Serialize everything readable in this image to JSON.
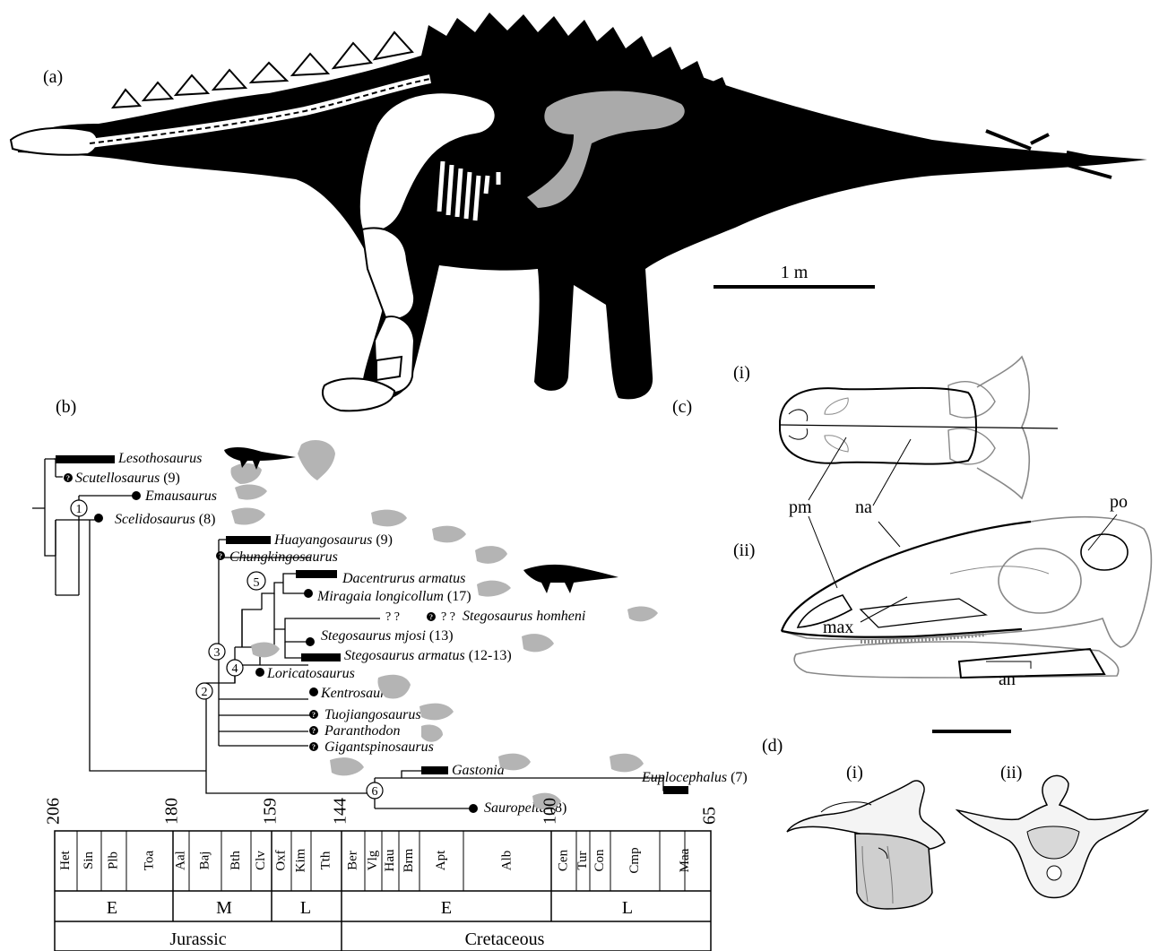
{
  "panels": {
    "a": "(a)",
    "b": "(b)",
    "c": "(c)",
    "d": "(d)"
  },
  "scale_bar_a": "1 m",
  "skull_sublabels": {
    "i": "(i)",
    "ii": "(ii)"
  },
  "vertebra_sublabels": {
    "i": "(i)",
    "ii": "(ii)"
  },
  "skull_bones": {
    "pm": "pm",
    "na": "na",
    "po": "po",
    "max": "max",
    "an": "an"
  },
  "taxa": [
    {
      "name": "Lesothosaurus",
      "count": ""
    },
    {
      "name": "Scutellosaurus",
      "count": "(9)"
    },
    {
      "name": "Emausaurus",
      "count": ""
    },
    {
      "name": "Scelidosaurus",
      "count": "(8)"
    },
    {
      "name": "Huayangosaurus",
      "count": "(9)"
    },
    {
      "name": "Chungkingosaurus",
      "count": ""
    },
    {
      "name": "Dacentrurus armatus",
      "count": ""
    },
    {
      "name": "Miragaia longicollum",
      "count": "(17)"
    },
    {
      "name": "Stegosaurus homheni",
      "count": ""
    },
    {
      "name": "Stegosaurus mjosi",
      "count": "(13)"
    },
    {
      "name": "Stegosaurus armatus",
      "count": "(12-13)"
    },
    {
      "name": "Loricatosaurus",
      "count": ""
    },
    {
      "name": "Kentrosaurus",
      "count": ""
    },
    {
      "name": "Tuojiangosaurus",
      "count": ""
    },
    {
      "name": "Paranthodon",
      "count": ""
    },
    {
      "name": "Gigantspinosaurus",
      "count": ""
    },
    {
      "name": "Gastonia",
      "count": ""
    },
    {
      "name": "Euplocephalus",
      "count": "(7)"
    },
    {
      "name": "Sauropelta",
      "count": "(8)"
    }
  ],
  "homheni_marks": "?  ?",
  "homheni_marks2": "?  ?",
  "nodes": [
    "1",
    "2",
    "3",
    "4",
    "5",
    "6"
  ],
  "timescale": {
    "boundaries": [
      "206",
      "180",
      "159",
      "144",
      "100",
      "65"
    ],
    "stages": [
      "Het",
      "Sin",
      "Plb",
      "Toa",
      "Aal",
      "Baj",
      "Bth",
      "Clv",
      "Oxf",
      "Kim",
      "Tth",
      "Ber",
      "Vlg",
      "Hau",
      "Brm",
      "Apt",
      "Alb",
      "Cen",
      "Tur",
      "Con",
      "Cmp",
      "Maa"
    ],
    "epochs": [
      "E",
      "M",
      "L",
      "E",
      "L"
    ],
    "periods": [
      "Jurassic",
      "Cretaceous"
    ]
  }
}
